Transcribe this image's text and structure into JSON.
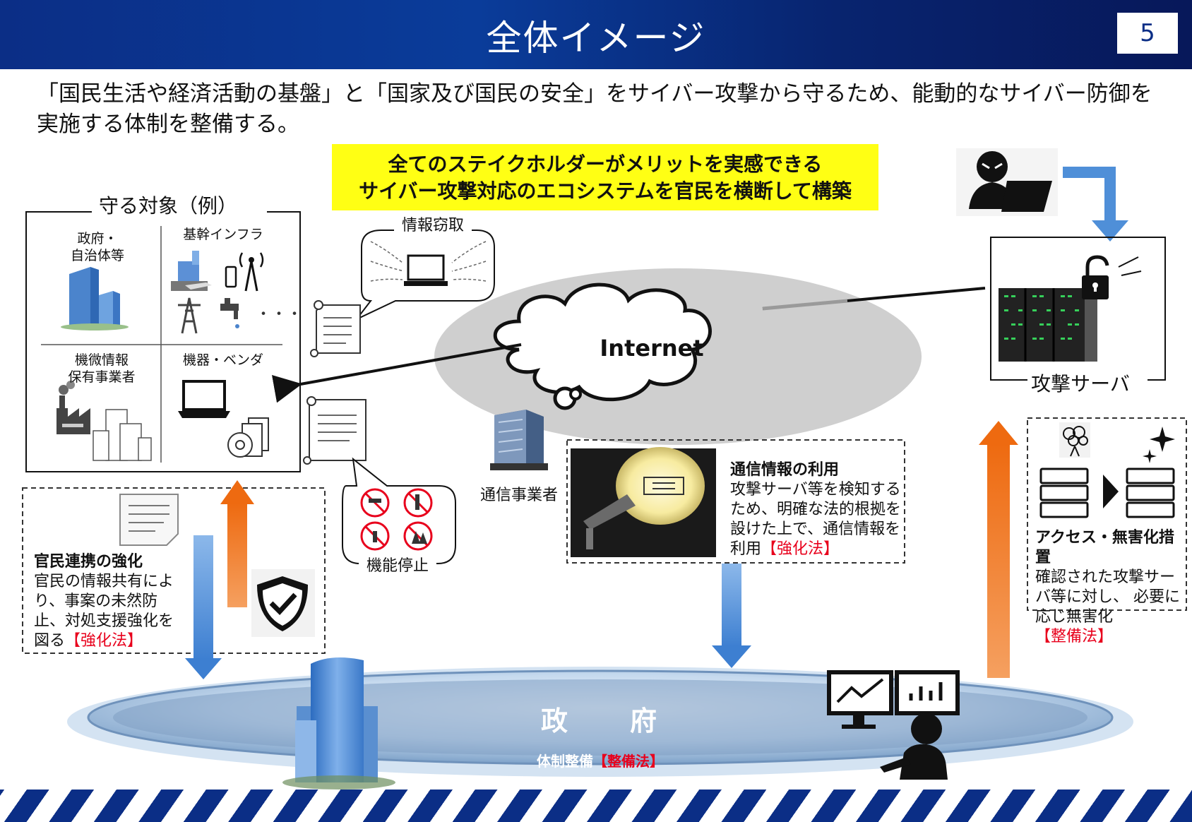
{
  "header": {
    "title": "全体イメージ",
    "page_number": "5"
  },
  "intro": "「国民生活や経済活動の基盤」と「国家及び国民の安全」をサイバー攻撃から守るため、能動的なサイバー防御を実施する体制を整備する。",
  "banner": {
    "line1": "全てのステイクホルダーがメリットを実感できる",
    "line2": "サイバー攻撃対応のエコシステムを官民を横断して構築"
  },
  "targets": {
    "title": "守る対象（例）",
    "q1": "政府・\n自治体等",
    "q2": "基幹インフラ",
    "q3": "機微情報\n保有事業者",
    "q4": "機器・ベンダ"
  },
  "info_theft": "情報窃取",
  "function_stop": "機能停止",
  "internet": "Internet",
  "telecom": "通信事業者",
  "attack_server": "攻撃サーバ",
  "comm_info": {
    "title": "通信情報の利用",
    "body": "攻撃サーバ等を検知するため、明確な法的根拠を設けた上で、通信情報を利用",
    "law": "【強化法】"
  },
  "access": {
    "title": "アクセス・無害化措置",
    "body": "確認された攻撃サーバ等に対し、 必要に応じ無害化",
    "law": "【整備法】"
  },
  "public_private": {
    "title": "官民連携の強化",
    "body": "官民の情報共有により、事案の未然防止、対処支援強化を図る",
    "law": "【強化法】"
  },
  "government": {
    "name": "政　　府",
    "sub": "体制整備",
    "law": "【整備法】"
  },
  "colors": {
    "header": "#0b2e86",
    "banner": "#ffff14",
    "orange": "#ee7722",
    "blue": "#4f8fd8",
    "law_red": "#e8001c"
  }
}
